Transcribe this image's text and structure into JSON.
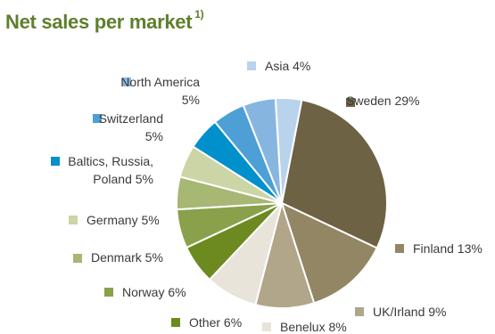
{
  "chart_data": {
    "type": "pie",
    "title": "Net sales per market",
    "title_footnote": "1)",
    "slices": [
      {
        "label": "Sweden",
        "value": 29,
        "display": [
          "Sweden 29%"
        ],
        "color": "#6e6244"
      },
      {
        "label": "Finland",
        "value": 13,
        "display": [
          "Finland 13%"
        ],
        "color": "#928664"
      },
      {
        "label": "UK/Irland",
        "value": 9,
        "display": [
          "UK/Irland 9%"
        ],
        "color": "#b1a58a"
      },
      {
        "label": "Benelux",
        "value": 8,
        "display": [
          "Benelux 8%"
        ],
        "color": "#e9e4da"
      },
      {
        "label": "Other",
        "value": 6,
        "display": [
          "Other 6%"
        ],
        "color": "#6c8a1f"
      },
      {
        "label": "Norway",
        "value": 6,
        "display": [
          "Norway 6%"
        ],
        "color": "#89a14a"
      },
      {
        "label": "Denmark",
        "value": 5,
        "display": [
          "Denmark 5%"
        ],
        "color": "#a7b774"
      },
      {
        "label": "Germany",
        "value": 5,
        "display": [
          "Germany 5%"
        ],
        "color": "#cbd5a5"
      },
      {
        "label": "Baltics, Russia, Poland",
        "value": 5,
        "display": [
          "Baltics, Russia,",
          "Poland 5%"
        ],
        "color": "#0090cc"
      },
      {
        "label": "Switzerland",
        "value": 5,
        "display": [
          "Switzerland",
          "5%"
        ],
        "color": "#4d9fd6"
      },
      {
        "label": "North America",
        "value": 5,
        "display": [
          "North America",
          "5%"
        ],
        "color": "#86b6e0"
      },
      {
        "label": "Asia",
        "value": 4,
        "display": [
          "Asia 4%"
        ],
        "color": "#b9d3ed"
      }
    ],
    "legend": "labels-around-pie"
  }
}
